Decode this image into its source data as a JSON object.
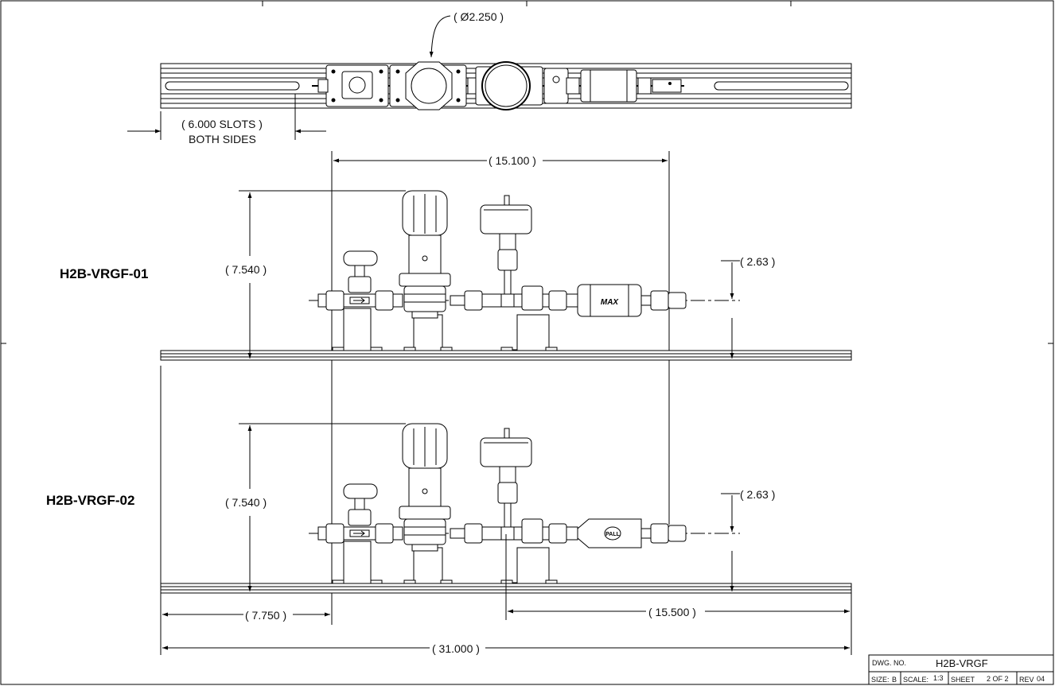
{
  "drawing": {
    "top_view": {
      "diameter_callout": "( Ø2.250 )",
      "slot_callout_line1": "( 6.000 SLOTS )",
      "slot_callout_line2": "BOTH SIDES"
    },
    "overall_width_callout": "( 15.100 )",
    "assemblies": [
      {
        "label": "H2B-VRGF-01",
        "height_callout": "( 7.540 )",
        "centerline_callout": "( 2.63 )",
        "filter_mark": "MAX"
      },
      {
        "label": "H2B-VRGF-02",
        "height_callout": "( 7.540 )",
        "centerline_callout": "( 2.63 )",
        "filter_mark": "PALL"
      }
    ],
    "bottom_dims": {
      "left_offset": "( 7.750 )",
      "right_span": "( 15.500 )",
      "overall_length": "( 31.000 )"
    }
  },
  "title_block": {
    "dwg_no_label": "DWG. NO.",
    "dwg_no_value": "H2B-VRGF",
    "size_label": "SIZE:",
    "size_value": "B",
    "scale_label": "SCALE:",
    "scale_value": "1:3",
    "sheet_label": "SHEET",
    "sheet_value": "2 OF 2",
    "rev_label": "REV",
    "rev_value": "04"
  }
}
